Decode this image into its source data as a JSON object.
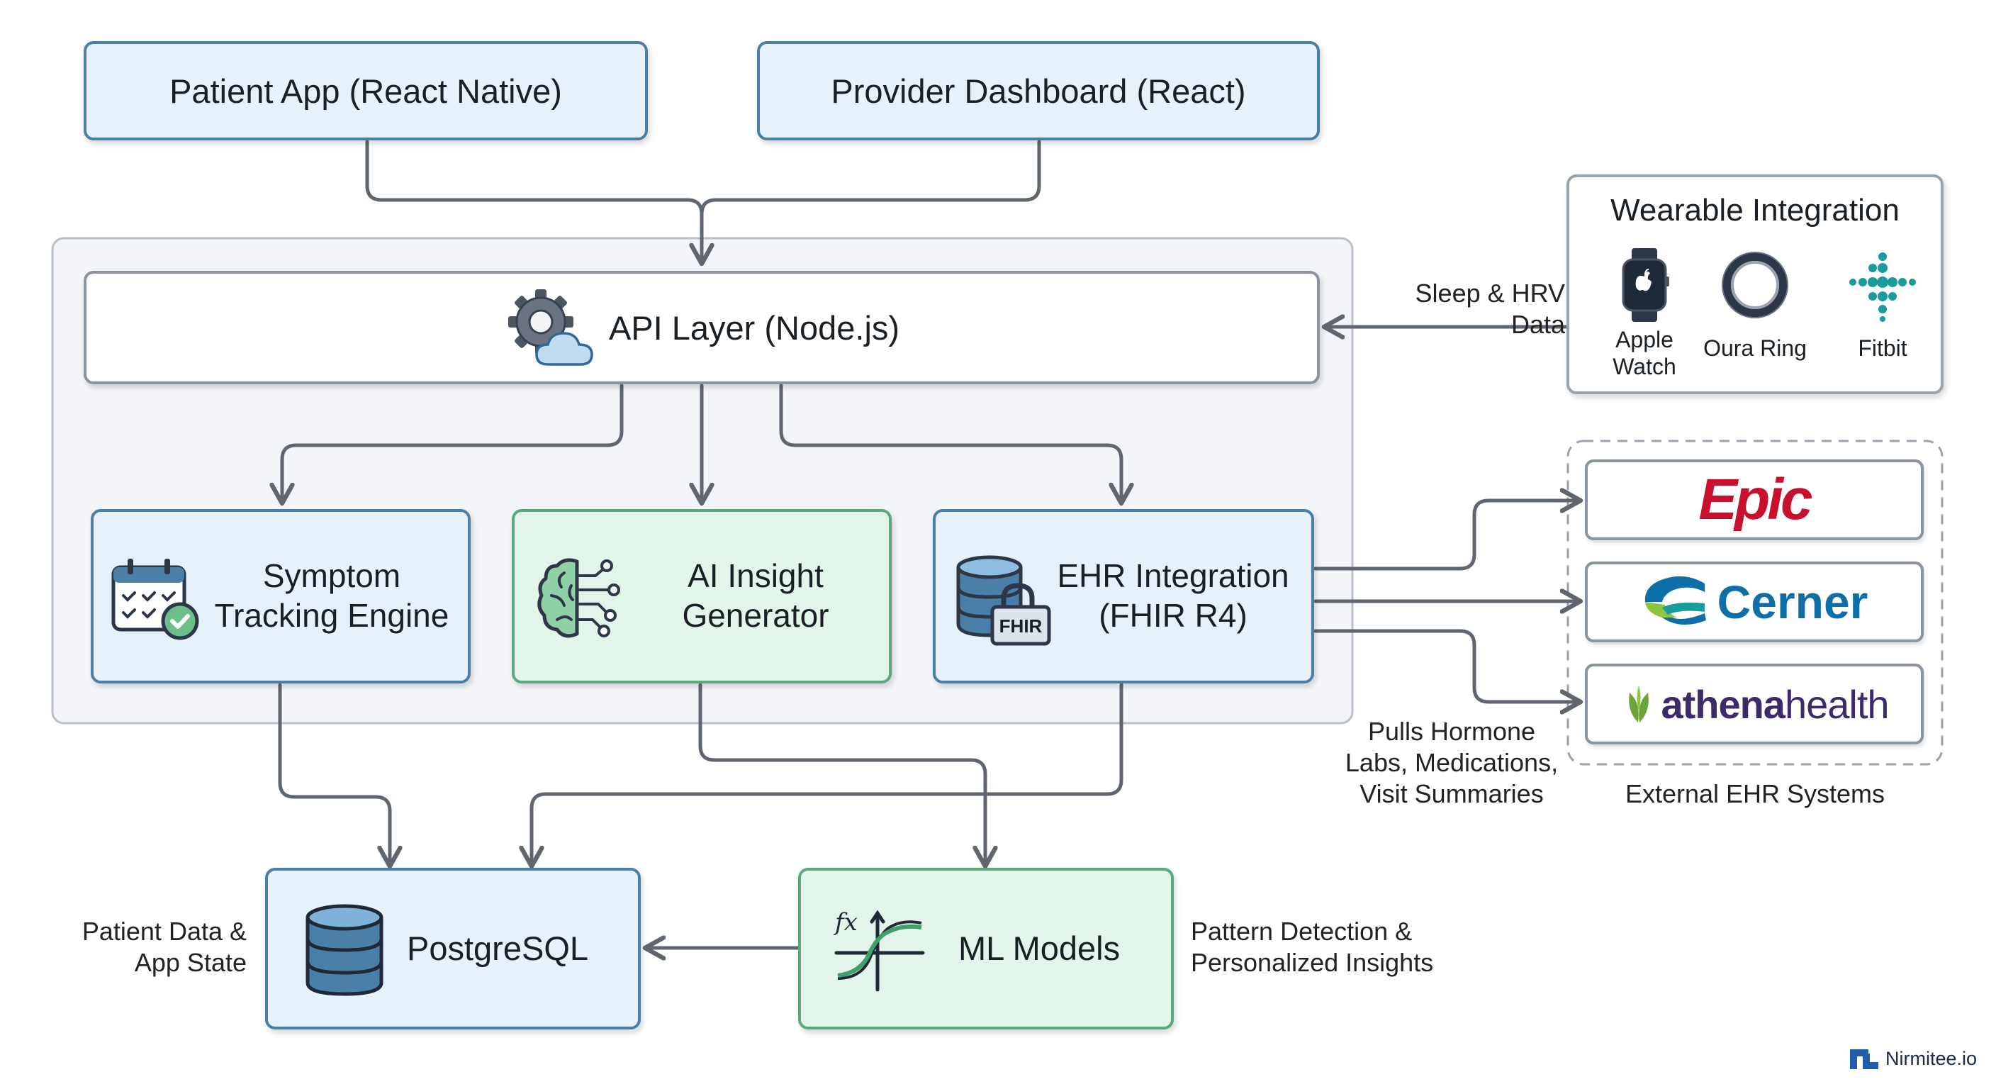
{
  "frontends": {
    "patient_app": "Patient App (React Native)",
    "provider_dashboard": "Provider Dashboard (React)"
  },
  "api_layer": {
    "label": "API Layer (Node.js)",
    "icon": "gear-cloud-icon"
  },
  "services": {
    "symptom": {
      "line1": "Symptom",
      "line2": "Tracking Engine",
      "icon": "calendar-check-icon"
    },
    "ai": {
      "line1": "AI Insight",
      "line2": "Generator",
      "icon": "brain-circuit-icon"
    },
    "ehr": {
      "line1": "EHR Integration",
      "line2": "(FHIR R4)",
      "icon": "database-lock-icon",
      "badge": "FHIR"
    }
  },
  "wearables": {
    "title": "Wearable Integration",
    "devices": [
      {
        "line1": "Apple",
        "line2": "Watch",
        "icon": "apple-watch-icon"
      },
      {
        "line1": "Oura Ring",
        "line2": "",
        "icon": "oura-ring-icon"
      },
      {
        "line1": "Fitbit",
        "line2": "",
        "icon": "fitbit-icon"
      }
    ],
    "flow_label": "Sleep & HRV Data"
  },
  "ehr_systems": {
    "caption": "External EHR Systems",
    "logos": [
      "Epic",
      "Cerner",
      "athenahealth"
    ],
    "athena_parts": [
      "athena",
      "health"
    ],
    "flow_label": [
      "Pulls Hormone",
      "Labs, Medications,",
      "Visit Summaries"
    ]
  },
  "data_layer": {
    "postgres": "PostgreSQL",
    "postgres_note": [
      "Patient Data &",
      "App State"
    ],
    "ml": "ML Models",
    "ml_icon_text": "fx",
    "ml_note": [
      "Pattern Detection &",
      "Personalized Insights"
    ]
  },
  "watermark": "Nirmitee.io",
  "colors": {
    "blue_border": "#4a7fa8",
    "blue_fill": "#e6f1fa",
    "green_border": "#5aa97e",
    "green_fill": "#e3f4ea",
    "epic_red": "#c8102e",
    "cerner_blue": "#0e6fa8",
    "athena_purple": "#3d2a6b",
    "athena_green": "#6ba539"
  }
}
